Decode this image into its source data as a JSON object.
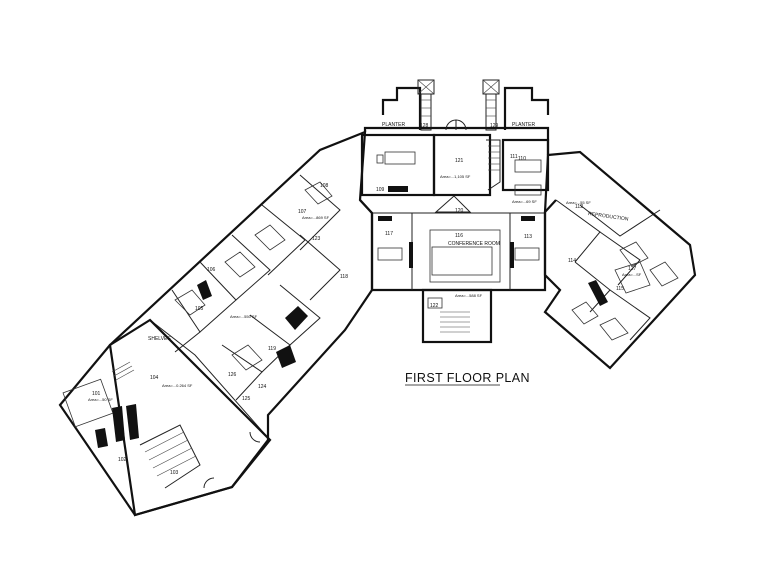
{
  "drawing": {
    "title": "FIRST FLOOR PLAN",
    "planter_labels": [
      "PLANTER",
      "PLANTER"
    ],
    "conference_room": "CONFERENCE ROOM",
    "reproduction": "REPRODUCTION",
    "shelves": "SHELVES",
    "rooms": [
      {
        "id": "101",
        "area": "Area=...50 SF"
      },
      {
        "id": "102"
      },
      {
        "id": "103"
      },
      {
        "id": "104",
        "area": "Area=...0.264 SF"
      },
      {
        "id": "105"
      },
      {
        "id": "106"
      },
      {
        "id": "107",
        "area": "Area=...869 SF"
      },
      {
        "id": "108"
      },
      {
        "id": "109",
        "area": "Area=...1,105 SF"
      },
      {
        "id": "110",
        "area": "Area=...69 SF"
      },
      {
        "id": "111"
      },
      {
        "id": "112",
        "area": "Area=...55 SF"
      },
      {
        "id": "113"
      },
      {
        "id": "114"
      },
      {
        "id": "115"
      },
      {
        "id": "116"
      },
      {
        "id": "117"
      },
      {
        "id": "118"
      },
      {
        "id": "119",
        "area": "Area=...550 SF"
      },
      {
        "id": "120"
      },
      {
        "id": "121"
      },
      {
        "id": "122"
      },
      {
        "id": "123",
        "area": "Area=...588 SF"
      },
      {
        "id": "124"
      },
      {
        "id": "125"
      },
      {
        "id": "126"
      },
      {
        "id": "127",
        "area": "Area=...SF"
      },
      {
        "id": "128"
      },
      {
        "id": "129"
      }
    ]
  }
}
